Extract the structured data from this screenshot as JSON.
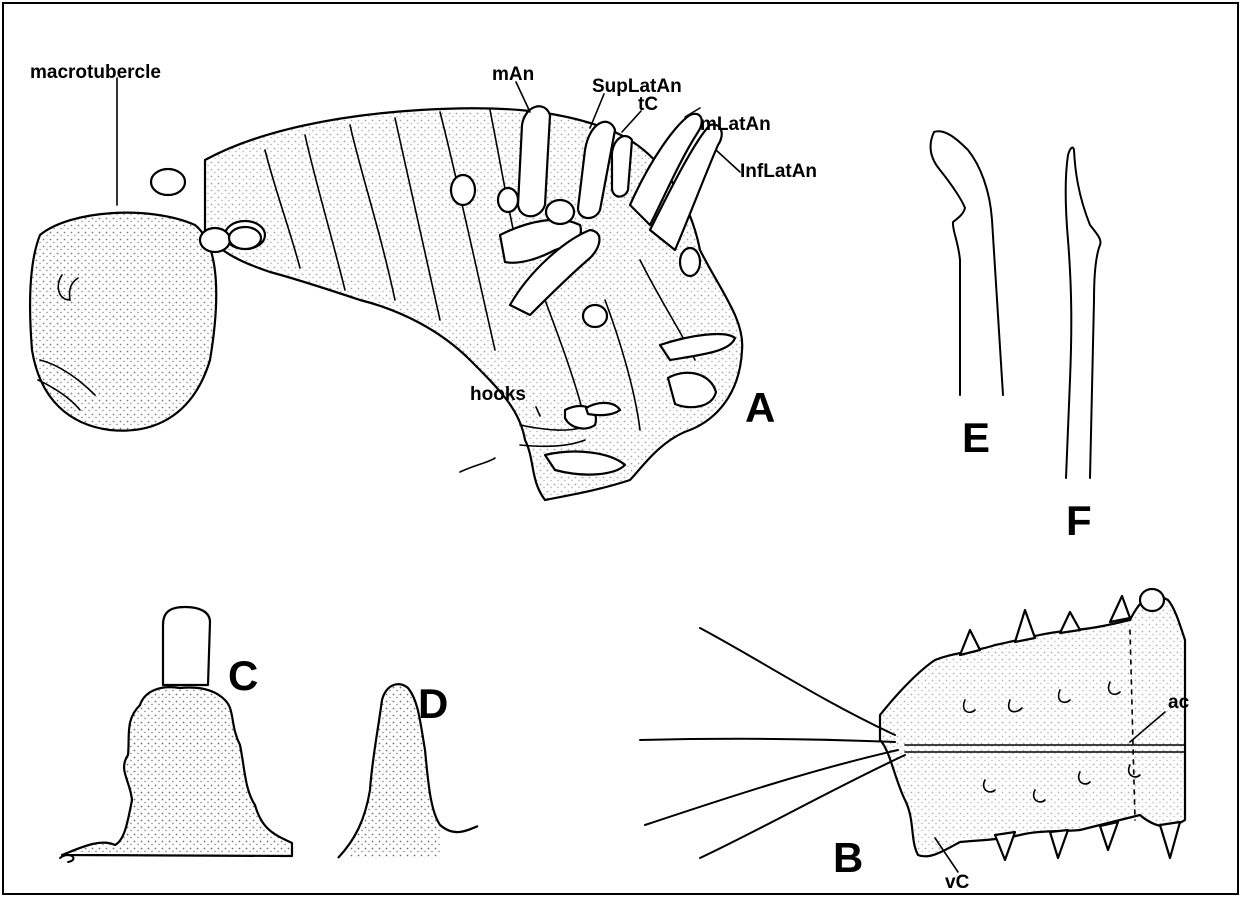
{
  "figure": {
    "panel_labels": {
      "A": "A",
      "B": "B",
      "C": "C",
      "D": "D",
      "E": "E",
      "F": "F"
    },
    "annotations": {
      "macrotubercle": "macrotubercle",
      "mAn": "mAn",
      "SupLatAn": "SupLatAn",
      "tC": "tC",
      "mLatAn": "mLatAn",
      "InfLatAn": "InfLatAn",
      "hooks": "hooks",
      "ac": "ac",
      "vC": "vC"
    }
  }
}
